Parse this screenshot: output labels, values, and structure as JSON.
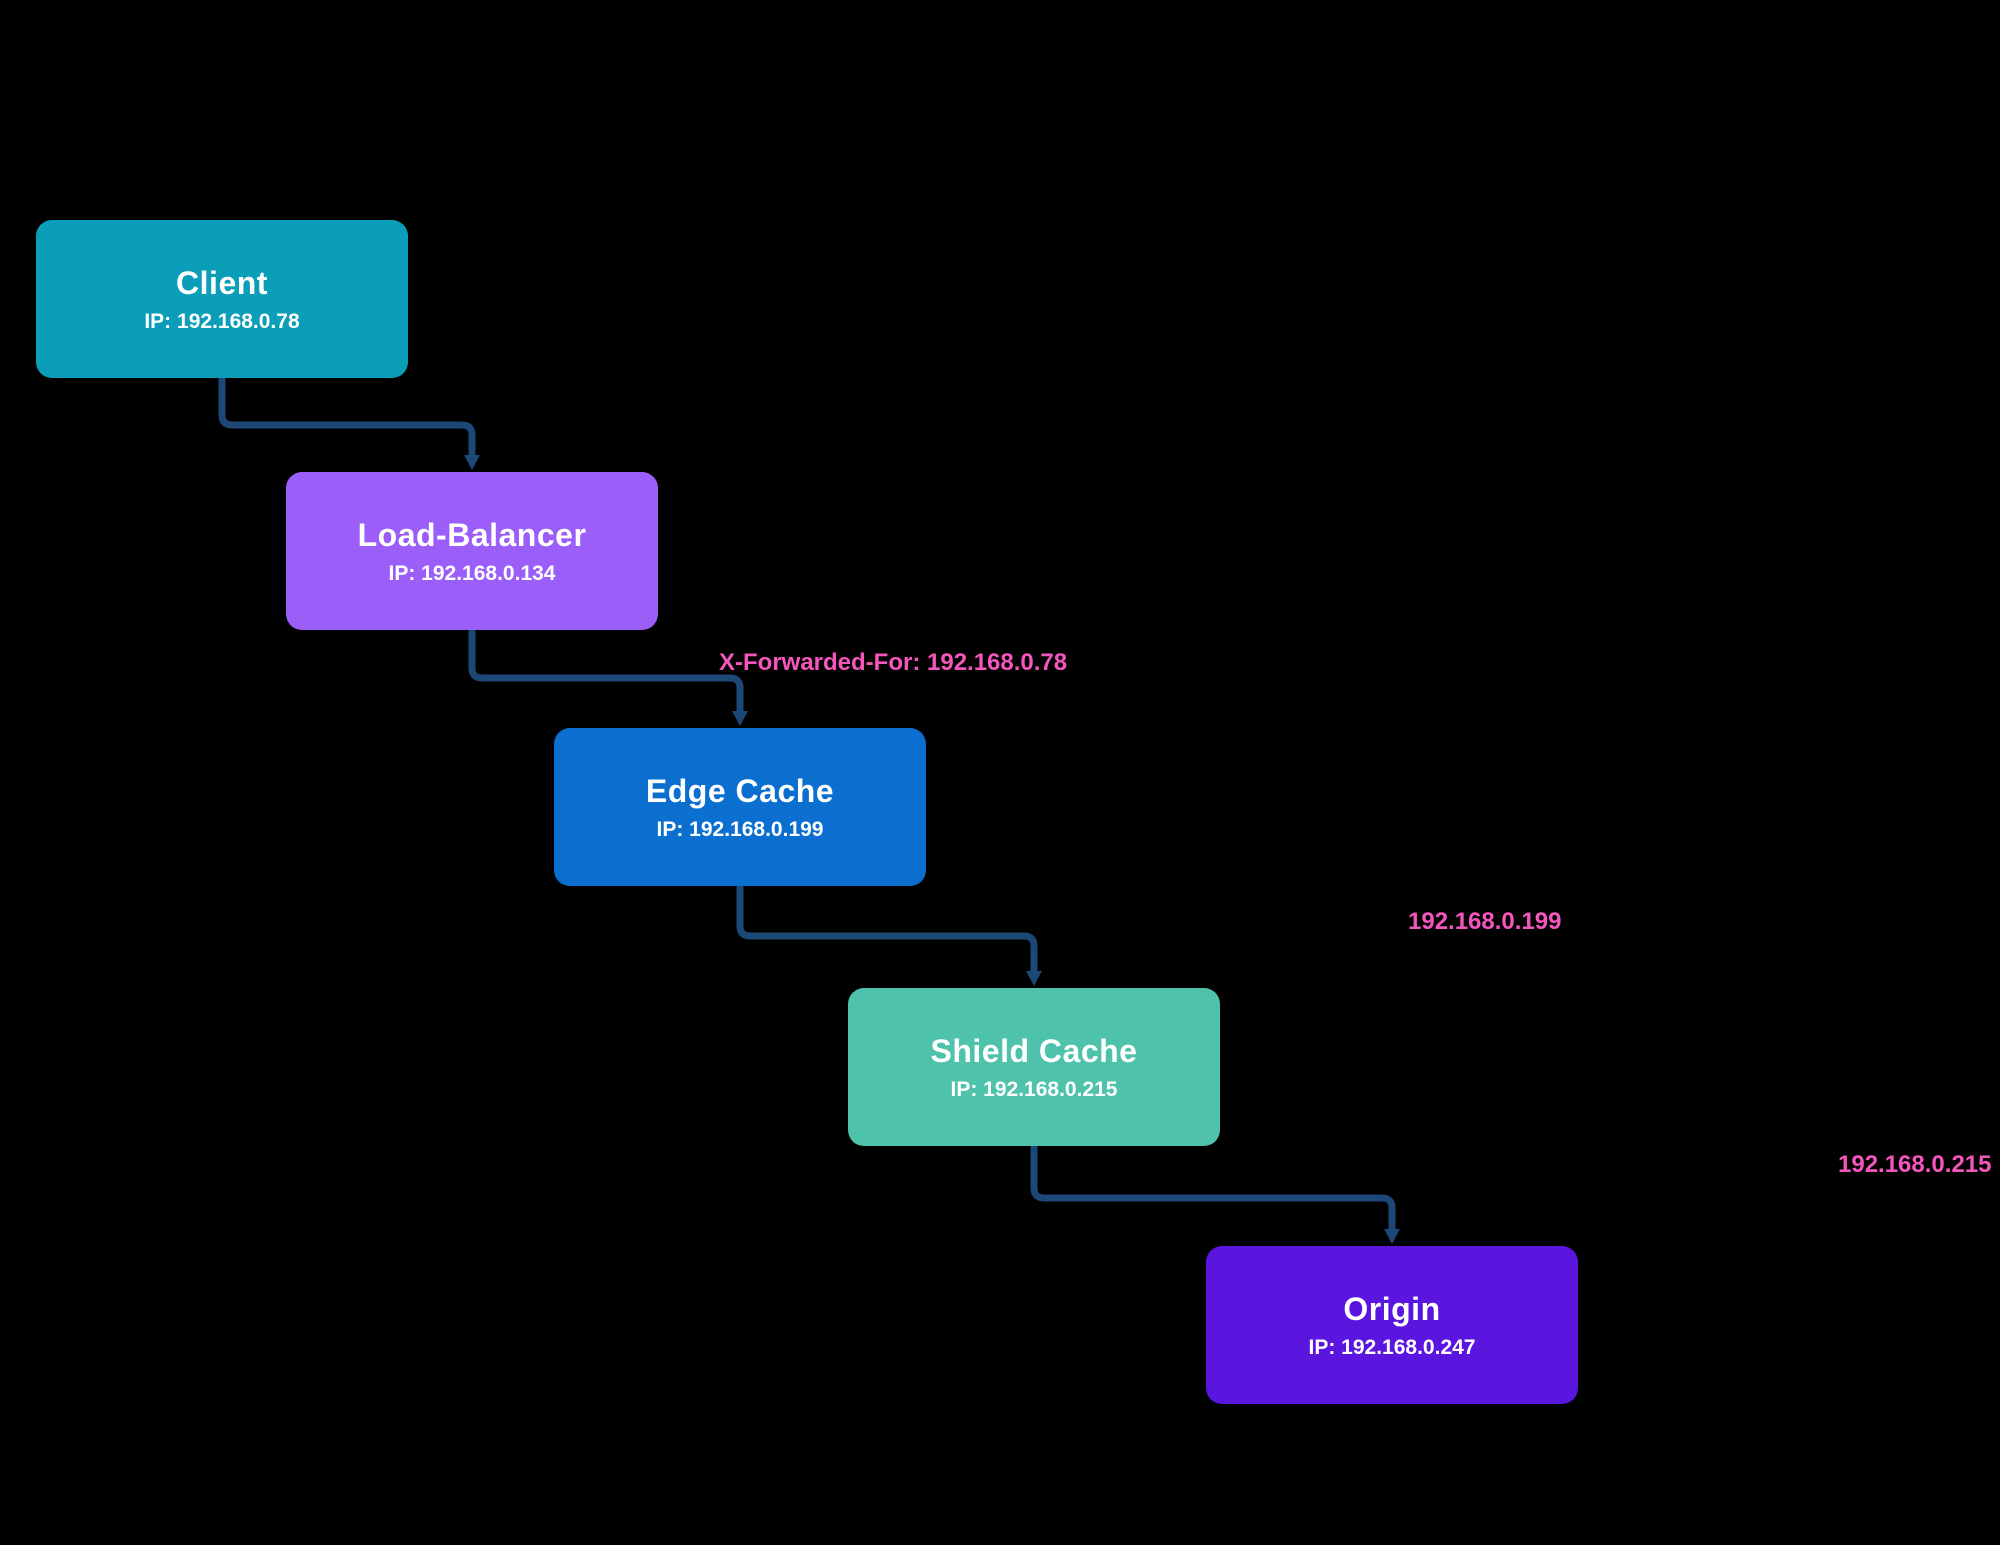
{
  "diagram": {
    "colors": {
      "background": "#000000",
      "connector": "#1b4877",
      "edge_label": "#f556be",
      "node_text": "#ffffff"
    },
    "nodes": [
      {
        "id": "client",
        "title": "Client",
        "ip": "IP: 192.168.0.78",
        "color": "#0a9eb9"
      },
      {
        "id": "load-balancer",
        "title": "Load-Balancer",
        "ip": "IP: 192.168.0.134",
        "color": "#9c5ef8"
      },
      {
        "id": "edge-cache",
        "title": "Edge Cache",
        "ip": "IP: 192.168.0.199",
        "color": "#0b6fd0"
      },
      {
        "id": "shield-cache",
        "title": "Shield Cache",
        "ip": "IP: 192.168.0.215",
        "color": "#4fc2ac"
      },
      {
        "id": "origin",
        "title": "Origin",
        "ip": "IP: 192.168.0.247",
        "color": "#5a16df"
      }
    ],
    "edge_labels": [
      {
        "text": "X-Forwarded-For: 192.168.0.78"
      },
      {
        "text": "192.168.0.199"
      },
      {
        "text": "192.168.0.215"
      }
    ]
  }
}
